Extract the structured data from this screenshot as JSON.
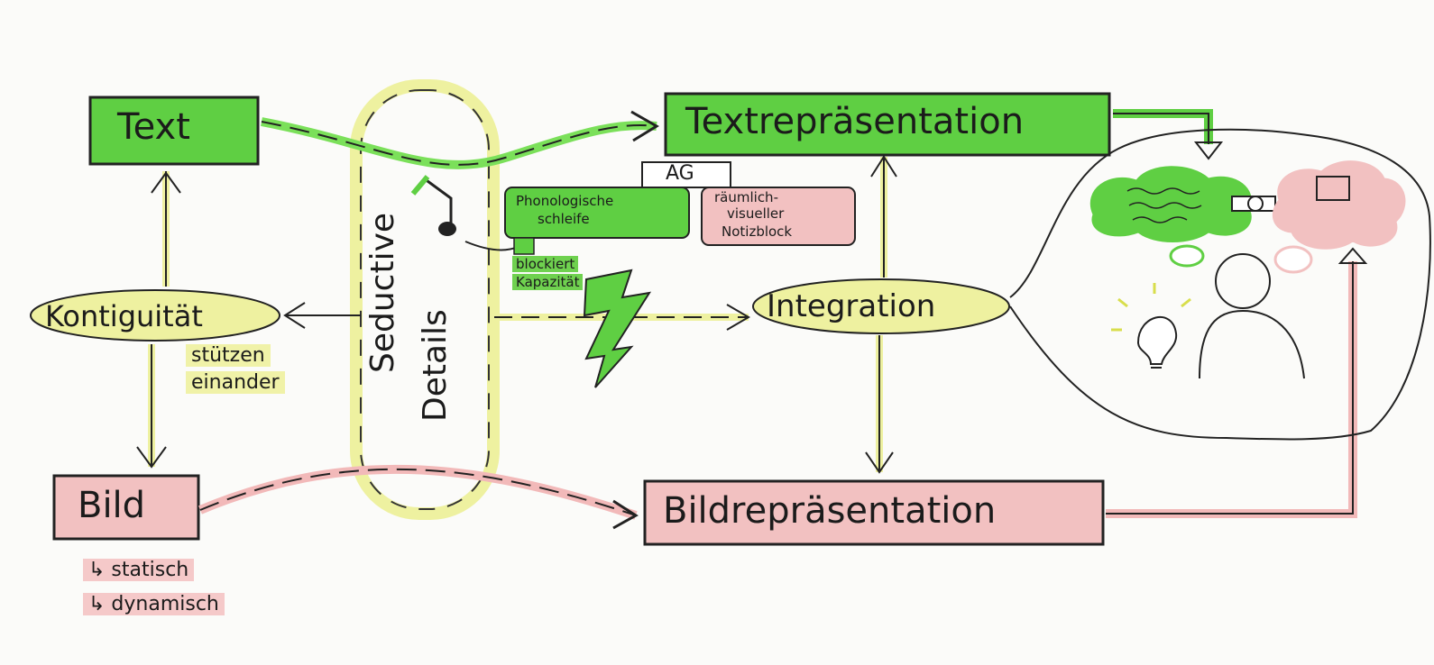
{
  "nodes": {
    "text": "Text",
    "textrepraesentation": "Textrepräsentation",
    "ag": "AG",
    "phonologische_schleife_1": "Phonologische",
    "phonologische_schleife_2": "schleife",
    "notizblock_1": "räumlich-",
    "notizblock_2": "visueller",
    "notizblock_3": "Notizblock",
    "blockiert_1": "blockiert",
    "blockiert_2": "Kapazität",
    "kontiguitaet": "Kontiguität",
    "stuetzen": "stützen",
    "einander": "einander",
    "seductive_1": "Seductive",
    "seductive_2": "Details",
    "integration": "Integration",
    "bild": "Bild",
    "bildrepraesentation": "Bildrepräsentation",
    "statisch": "↳ statisch",
    "dynamisch": "↳ dynamisch"
  },
  "colors": {
    "green": "#5fcf43",
    "yellow": "#eef1a0",
    "pink": "#f2c1c1",
    "ink": "#1b1b1b"
  },
  "icons": [
    "lightning-icon",
    "music-note-icon",
    "lightbulb-icon",
    "person-icon",
    "thought-cloud-icon",
    "book-icon",
    "film-icon"
  ]
}
